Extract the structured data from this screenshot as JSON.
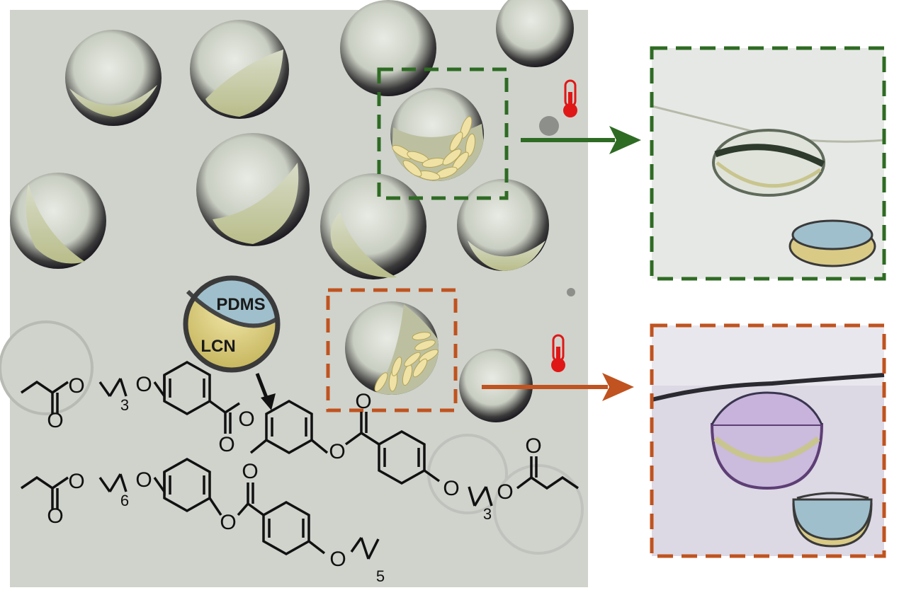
{
  "janus_labels": {
    "top": "PDMS",
    "bottom": "LCN"
  },
  "atoms": {
    "o": "O"
  },
  "subscripts": {
    "n3": "3",
    "n6": "6",
    "n5": "5"
  },
  "colors": {
    "green": "#2e6b23",
    "orange": "#c0531f",
    "pdms_fill": "#9fbfcc",
    "lcn_fill": "#d9cb86",
    "thermometer": "#e01717",
    "background_micrograph": "#cfd3cc"
  },
  "icons": {
    "heat": "thermometer-icon",
    "direction": "arrow-right-icon"
  }
}
